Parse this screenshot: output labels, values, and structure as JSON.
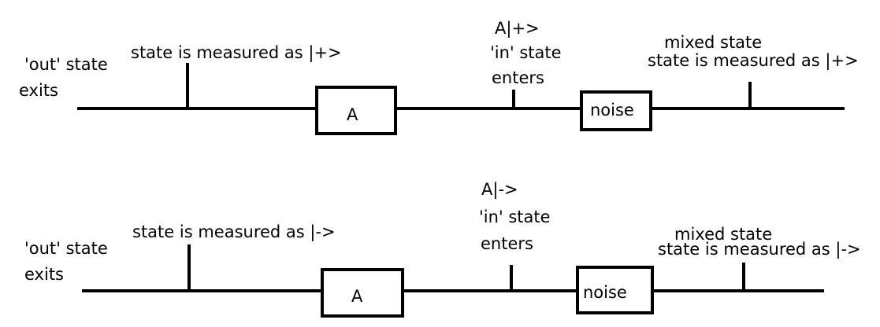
{
  "diagram": {
    "top": {
      "out_label_line1": "'out' state",
      "out_label_line2": "exits",
      "measure_label": "state is measured as |+>",
      "gate_label": "A",
      "applied_label": "A|+>",
      "in_label_line1": "'in' state",
      "in_label_line2": "enters",
      "noise_label": "noise",
      "mixed_label": "mixed state",
      "measure2_label": "state is measured as |+>"
    },
    "bottom": {
      "out_label_line1": "'out' state",
      "out_label_line2": "exits",
      "measure_label": "state is measured as |->",
      "gate_label": "A",
      "applied_label": "A|->",
      "in_label_line1": "'in' state",
      "in_label_line2": "enters",
      "noise_label": "noise",
      "mixed_label": "mixed state",
      "measure2_label": "state is measured as |->"
    }
  }
}
